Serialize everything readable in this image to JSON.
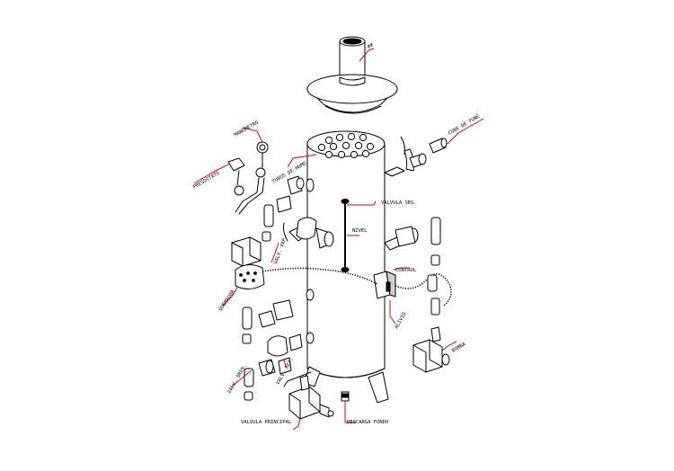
{
  "labels": {
    "chimney": "##",
    "flue_pipe": "CUBE DE FUNC",
    "pressurestat": "PRESOSTATO",
    "pressure_gauge": "MANOMETRO",
    "flue_tubes": "TUBOS DE HUMO",
    "safety_valve": "VALVULA SEG.",
    "level": "NIVEL",
    "relief": "ALIVIO",
    "combustion_head": "QUEMADOR",
    "left_valve": "VALV. VAP.",
    "left_pipe": "VALV. RET.",
    "lower_left_valve": "VALV. DREN.",
    "control": "CONTROL",
    "main_valve": "VALVULA PRINCIPAL",
    "bottom_drain": "DESCARGA FONDO",
    "burner": "BOMBA"
  }
}
